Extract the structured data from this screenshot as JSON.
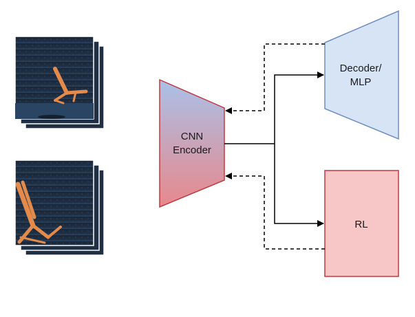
{
  "blocks": {
    "encoder": {
      "line1": "CNN",
      "line2": "Encoder"
    },
    "decoder": {
      "line1": "Decoder/",
      "line2": "MLP"
    },
    "rl": {
      "label": "RL"
    }
  },
  "input_frames": [
    {
      "name": "frame-stack-top",
      "depicts": "robot arm frames",
      "count": 3
    },
    {
      "name": "frame-stack-bottom",
      "depicts": "robot arm frames",
      "count": 3
    }
  ],
  "colors": {
    "encoder_gradient_top": "#a9c1e8",
    "encoder_gradient_bottom": "#e8888c",
    "encoder_stroke": "#c0393f",
    "decoder_fill": "#d6e4f6",
    "decoder_stroke": "#6d8ebf",
    "rl_fill": "#f7c6c7",
    "rl_stroke": "#c0393f",
    "frame_bg": "#1c2b3e",
    "frame_floor": "#2a4463",
    "robot": "#e48a4a",
    "arrow": "#000000"
  }
}
